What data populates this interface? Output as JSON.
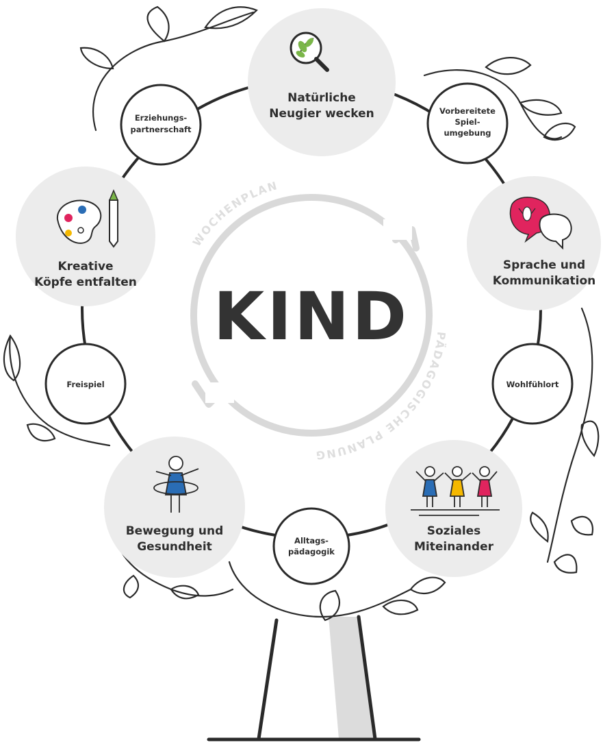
{
  "center": {
    "word": "KIND"
  },
  "ring_texts": {
    "top": "WOCHENPLAN",
    "bottom": "PÄDAGOGISCHE PLANUNG"
  },
  "big_nodes": [
    {
      "line1": "Natürliche",
      "line2": "Neugier wecken",
      "icon": "magnifier-leaf-icon"
    },
    {
      "line1": "Sprache und",
      "line2": "Kommunikation",
      "icon": "speech-bubbles-icon"
    },
    {
      "line1": "Soziales",
      "line2": "Miteinander",
      "icon": "children-group-icon"
    },
    {
      "line1": "Bewegung und",
      "line2": "Gesundheit",
      "icon": "hula-hoop-child-icon"
    },
    {
      "line1": "Kreative",
      "line2": "Köpfe entfalten",
      "icon": "palette-brush-icon"
    }
  ],
  "small_nodes": [
    {
      "lines": [
        "Vorbereitete",
        "Spiel-",
        "umgebung"
      ]
    },
    {
      "lines": [
        "Wohlfühlort"
      ]
    },
    {
      "lines": [
        "Alltags-",
        "pädagogik"
      ]
    },
    {
      "lines": [
        "Freispiel"
      ]
    },
    {
      "lines": [
        "Erziehungs-",
        "partnerschaft"
      ]
    }
  ],
  "colors": {
    "node_fill": "#ececec",
    "outline": "#2a2a2a",
    "ring_arrow": "#d9d9d9",
    "trunk_fill": "#dcdcdc",
    "red": "#e0245e",
    "blue": "#2a6db5",
    "yellow": "#f5b800",
    "green": "#7ab648"
  }
}
